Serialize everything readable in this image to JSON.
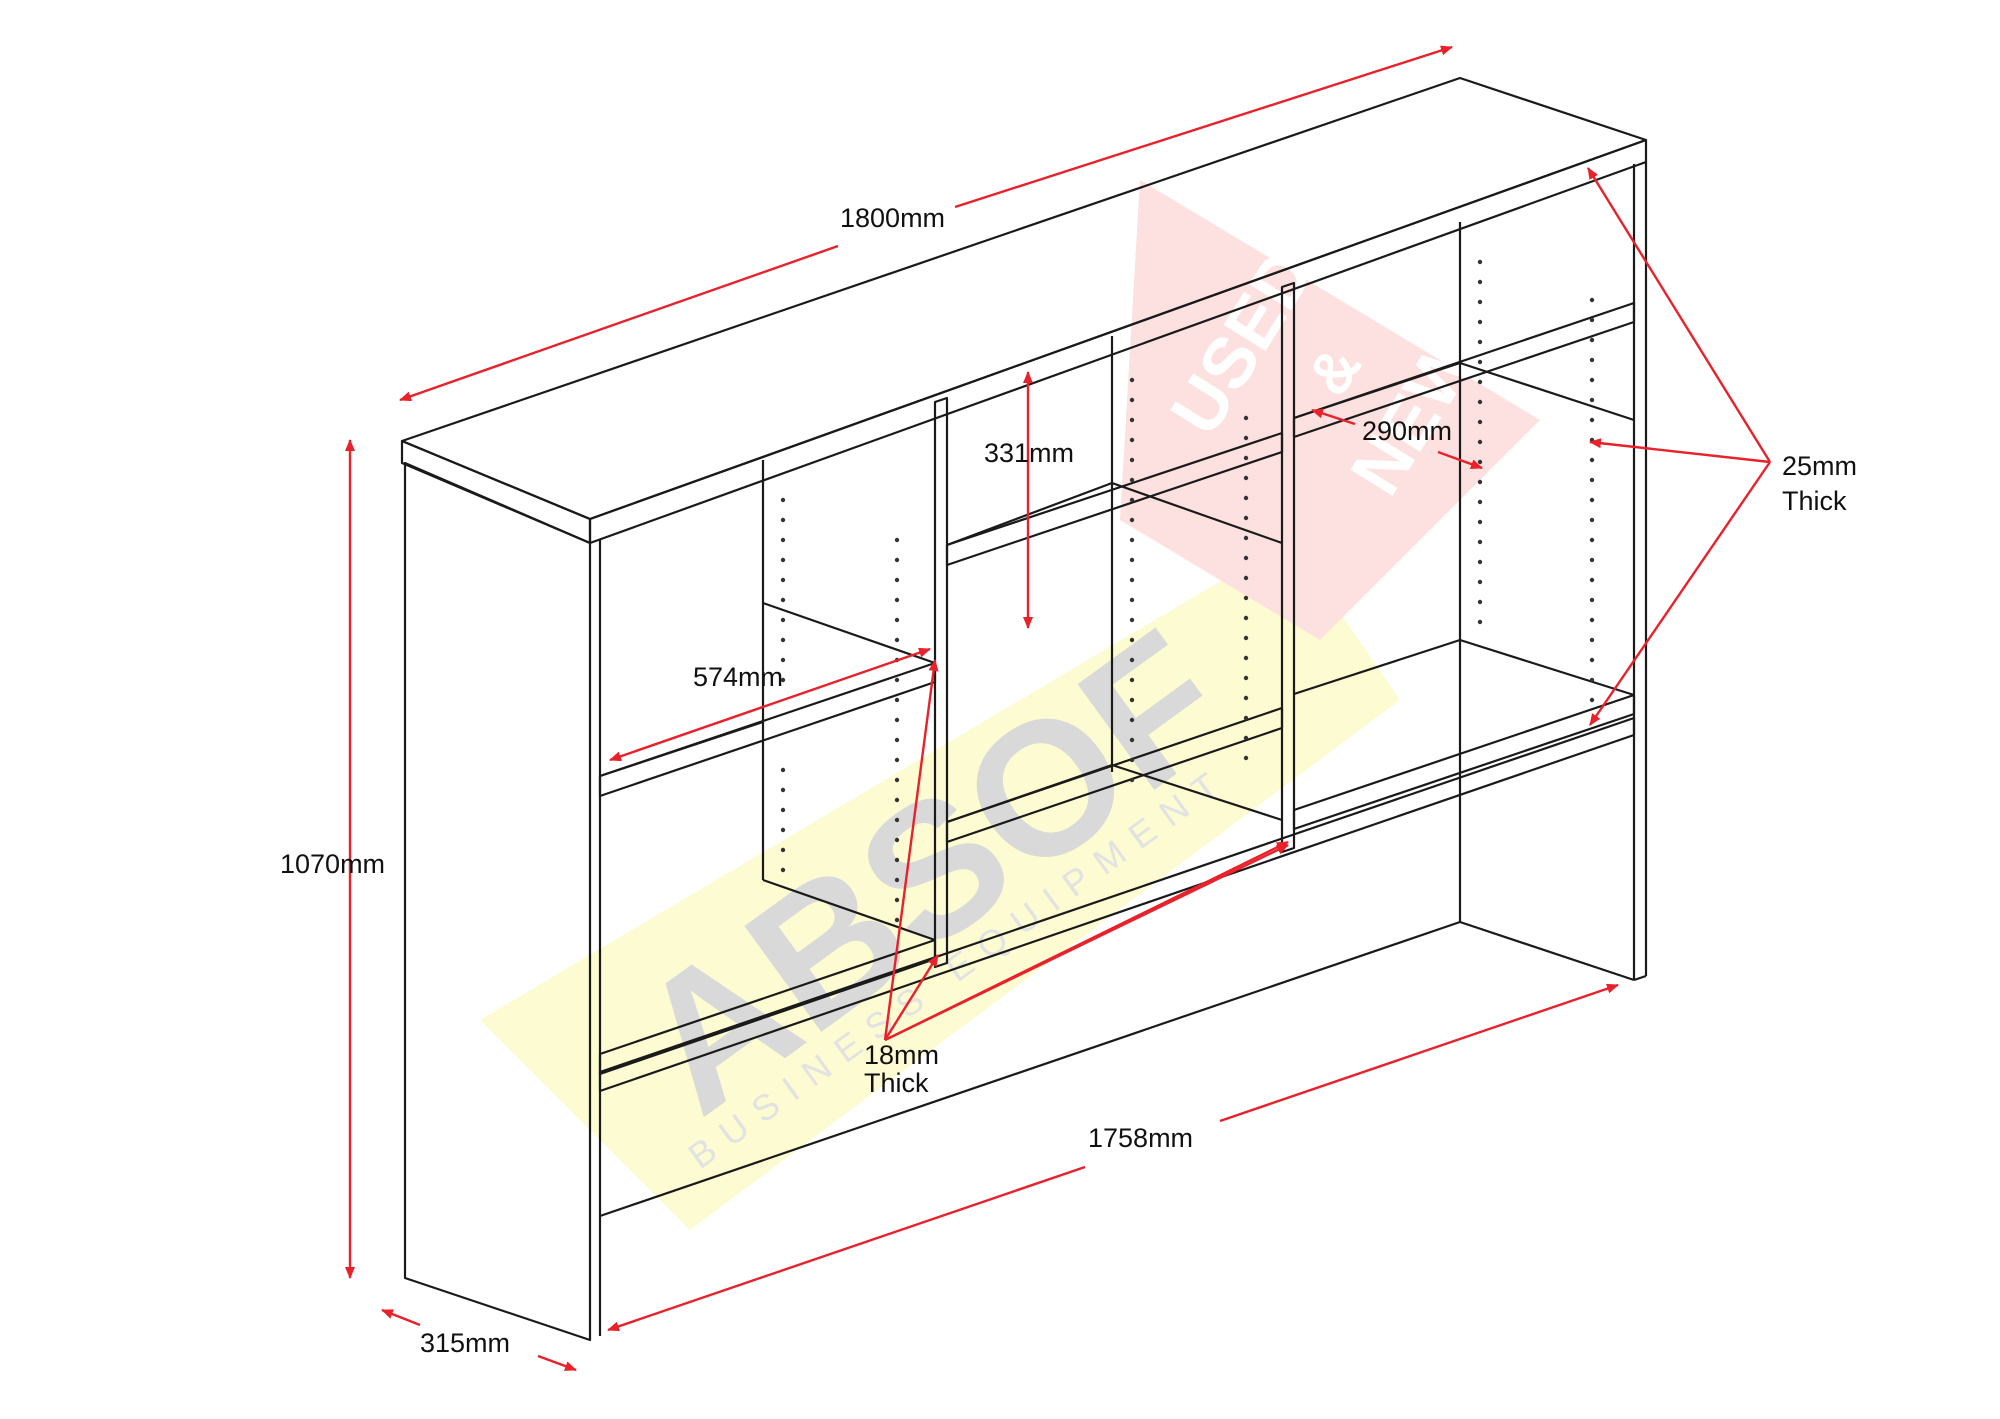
{
  "colors": {
    "line": "#1a1a1a",
    "arrow": "#e8212b",
    "watermark_yellow": "#fdfbd2",
    "watermark_red": "#fde0e0",
    "watermark_grey": "#d9d9d9"
  },
  "watermark": {
    "brand": "ABSOF",
    "tagline": "BUSINESS EQUIPMENT",
    "badge_line1": "USED",
    "badge_line2": "&",
    "badge_line3": "NEW"
  },
  "dimensions": {
    "overall_width": "1800mm",
    "height": "1070mm",
    "depth": "315mm",
    "inner_width": "1758mm",
    "shelf_gap": "331mm",
    "bay_width": "574mm",
    "shelf_depth": "290mm",
    "top_thickness_value": "25mm",
    "top_thickness_word": "Thick",
    "divider_thickness_value": "18mm",
    "divider_thickness_word": "Thick"
  }
}
